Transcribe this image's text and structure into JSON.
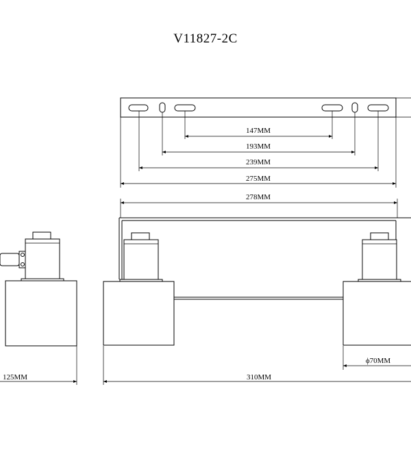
{
  "drawing": {
    "title": "V11827-2C",
    "dimensions": {
      "hole_147": "147MM",
      "hole_193": "193MM",
      "hole_239": "239MM",
      "bracket_275": "275MM",
      "rail_278": "278MM",
      "depth_125": "125MM",
      "width_310": "310MM",
      "diameter_70": "ϕ70MM"
    }
  }
}
